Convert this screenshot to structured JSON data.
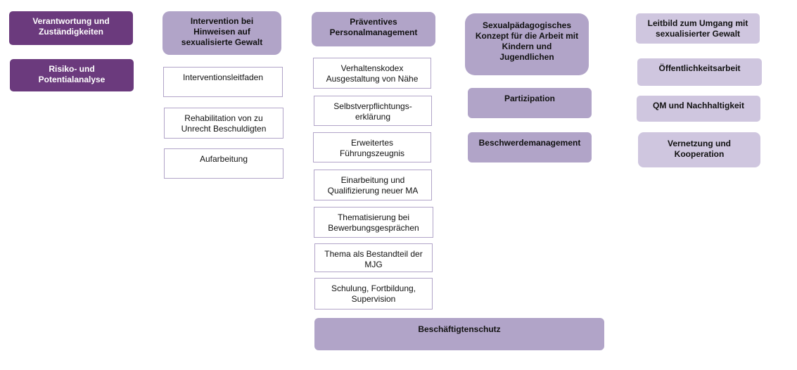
{
  "col1": {
    "verantwortung": "Verantwortung und\nZuständigkeiten",
    "risiko": "Risiko- und\nPotentialanalyse"
  },
  "col2": {
    "intervention": "Intervention bei\nHinweisen auf\nsexualisierte Gewalt",
    "leitfaden": "Interventionsleitfaden",
    "rehabilitation": "Rehabilitation von zu\nUnrecht Beschuldigten",
    "aufarbeitung": "Aufarbeitung"
  },
  "col3": {
    "personal": "Präventives\nPersonalmanagement",
    "verhaltenskodex": "Verhaltenskodex\nAusgestaltung von Nähe",
    "selbstverpflichtung": "Selbstverpflichtungs-\nerklärung",
    "fuehrungszeugnis": "Erweitertes\nFührungszeugnis",
    "einarbeitung": "Einarbeitung und\nQualifizierung neuer MA",
    "thematisierung": "Thematisierung bei\nBewerbungsgesprächen",
    "thema_mjg": "Thema als Bestandteil der\nMJG",
    "schulung": "Schulung, Fortbildung,\nSupervision",
    "beschaeftigtenschutz": "Beschäftigtenschutz"
  },
  "col4": {
    "konzept": "Sexualpädagogisches\nKonzept für die Arbeit mit\nKindern und\nJugendlichen",
    "partizipation": "Partizipation",
    "beschwerde": "Beschwerdemanagement"
  },
  "col5": {
    "leitbild": "Leitbild zum Umgang mit\nsexualisierter Gewalt",
    "oeffentlichkeit": "Öffentlichkeitsarbeit",
    "qm": "QM und Nachhaltigkeit",
    "vernetzung": "Vernetzung und\nKooperation"
  },
  "colors": {
    "dark": "#6b3a7d",
    "mid": "#b1a4c8",
    "light": "#cfc6df",
    "outline": "#b1a4c8"
  }
}
